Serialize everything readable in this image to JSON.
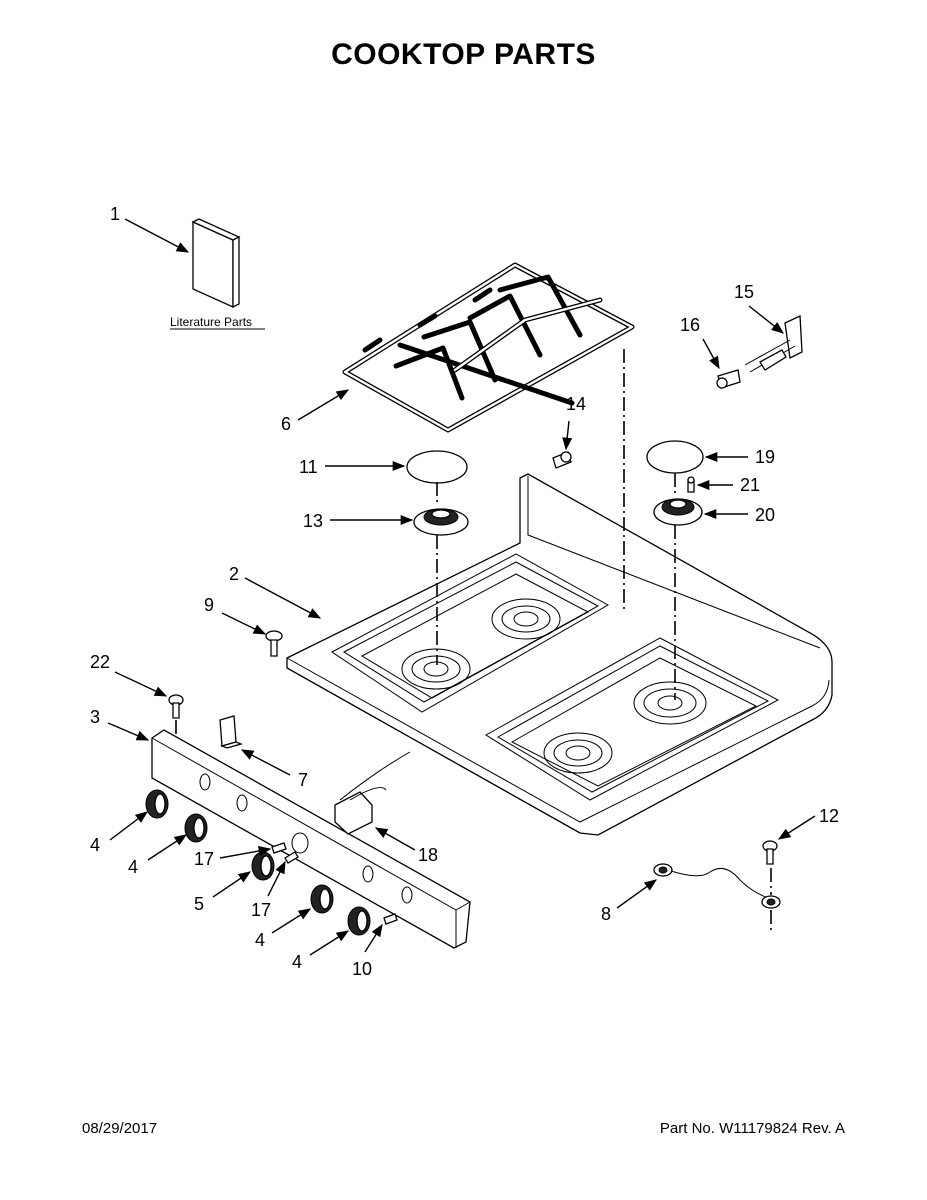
{
  "page": {
    "title": "COOKTOP PARTS",
    "footer_date": "08/29/2017",
    "footer_part": "Part No.  W11179824  Rev.  A"
  },
  "diagram": {
    "literature_label": "Literature Parts",
    "callouts": {
      "p1": "1",
      "p2": "2",
      "p3": "3",
      "p4a": "4",
      "p4b": "4",
      "p4c": "4",
      "p4d": "4",
      "p5": "5",
      "p6": "6",
      "p7": "7",
      "p8": "8",
      "p9": "9",
      "p10": "10",
      "p11": "11",
      "p12": "12",
      "p13": "13",
      "p14": "14",
      "p15": "15",
      "p16": "16",
      "p17a": "17",
      "p17b": "17",
      "p18": "18",
      "p19": "19",
      "p20": "20",
      "p21": "21",
      "p22": "22"
    }
  }
}
